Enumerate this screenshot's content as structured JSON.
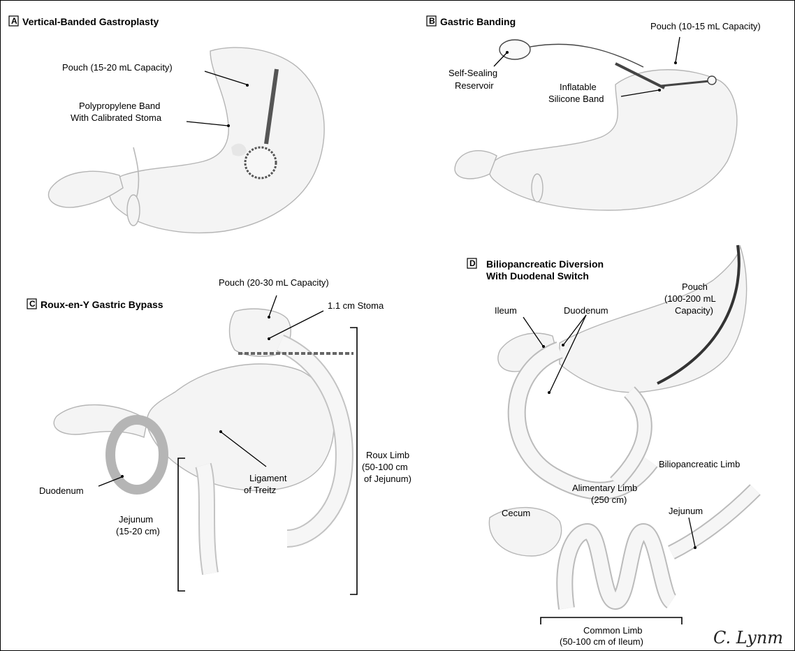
{
  "panels": {
    "a": {
      "letter": "A",
      "title": "Vertical-Banded Gastroplasty",
      "labels": {
        "pouch": "Pouch (15-20 mL Capacity)",
        "band_line1": "Polypropylene Band",
        "band_line2": "With Calibrated Stoma"
      }
    },
    "b": {
      "letter": "B",
      "title": "Gastric Banding",
      "labels": {
        "pouch": "Pouch (10-15 mL Capacity)",
        "reservoir_line1": "Self-Sealing",
        "reservoir_line2": "Reservoir",
        "band_line1": "Inflatable",
        "band_line2": "Silicone Band"
      }
    },
    "c": {
      "letter": "C",
      "title": "Roux-en-Y Gastric Bypass",
      "labels": {
        "pouch": "Pouch (20-30 mL Capacity)",
        "stoma": "1.1 cm Stoma",
        "roux_line1": "Roux Limb",
        "roux_line2": "(50-100 cm",
        "roux_line3": "of Jejunum)",
        "ligament_line1": "Ligament",
        "ligament_line2": "of Treitz",
        "duodenum": "Duodenum",
        "jejunum_line1": "Jejunum",
        "jejunum_line2": "(15-20 cm)"
      }
    },
    "d": {
      "letter": "D",
      "title_line1": "Biliopancreatic Diversion",
      "title_line2": "With Duodenal Switch",
      "labels": {
        "pouch_line1": "Pouch",
        "pouch_line2": "(100-200 mL",
        "pouch_line3": "Capacity)",
        "ileum": "Ileum",
        "duodenum": "Duodenum",
        "biliopancreatic": "Biliopancreatic Limb",
        "alimentary_line1": "Alimentary Limb",
        "alimentary_line2": "(250 cm)",
        "cecum": "Cecum",
        "jejunum": "Jejunum",
        "common_line1": "Common Limb",
        "common_line2": "(50-100 cm of Ileum)"
      }
    }
  },
  "signature": "C. Lynm"
}
